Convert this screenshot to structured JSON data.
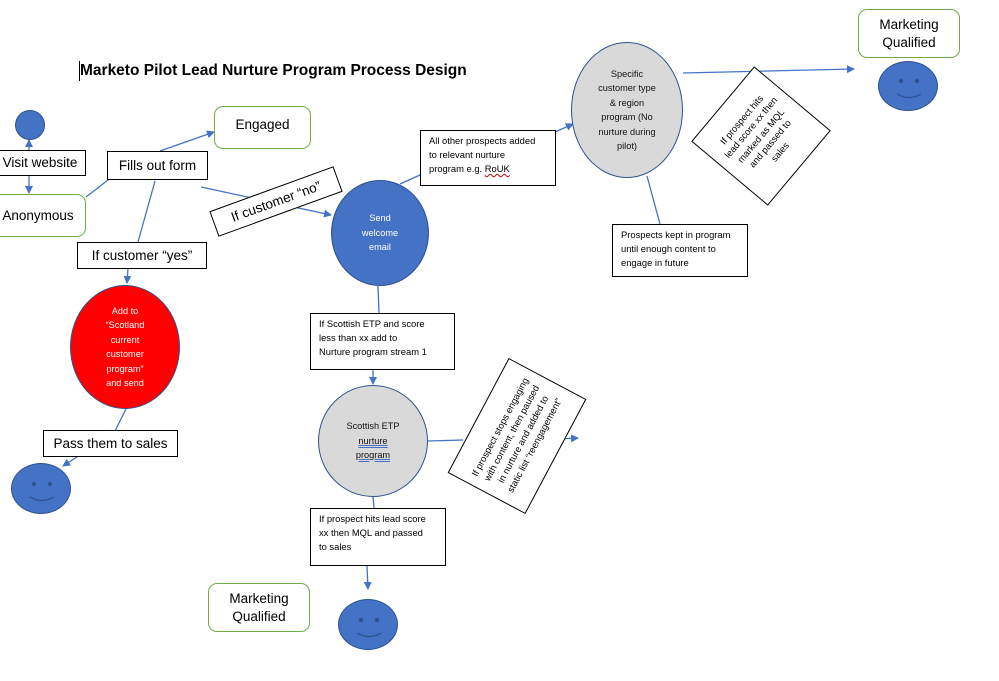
{
  "title": "Marketo Pilot Lead Nurture Program Process Design",
  "nodes": {
    "visit_website": "Visit website",
    "fills_out_form": "Fills out form",
    "anonymous": "Anonymous",
    "engaged": "Engaged",
    "if_customer_yes": "If customer “yes”",
    "if_customer_no": "If customer “no”",
    "add_to_scotland": [
      "Add to",
      "“Scotland",
      "current",
      "customer",
      "program”",
      "and send"
    ],
    "pass_to_sales": "Pass them to sales",
    "send_welcome_email": [
      "Send",
      "welcome",
      "email"
    ],
    "all_other_prospects": [
      "All other prospects added",
      "to relevant nurture"
    ],
    "all_other_prospects_line3_prefix": "program e.g. ",
    "all_other_prospects_line3_flag": "RoUK",
    "specific_customer": [
      "Specific",
      "customer type",
      "& region",
      "program (No",
      "nurture during",
      "pilot)"
    ],
    "prospects_kept": [
      "Prospects kept in program",
      "until enough content to",
      "engage in future"
    ],
    "if_prospect_hits_mql_top": [
      "If prospect hits",
      "lead score xx then",
      "marked as MQL",
      "and passed to",
      "sales"
    ],
    "marketing_qualified_top": [
      "Marketing",
      "Qualified"
    ],
    "if_scottish_etp": [
      "If Scottish ETP and score",
      "less than xx add to",
      "Nurture program stream 1"
    ],
    "scottish_etp_line1": "Scottish ETP",
    "scottish_etp_line2": "nurture",
    "scottish_etp_line3": "program",
    "if_prospect_stops": [
      "If prospect stops engaging",
      "with content, then paused",
      "in nurture and added to",
      "static list “reengagement”"
    ],
    "if_prospect_hits_mql_bottom": [
      "If prospect hits lead score",
      "xx then MQL and passed",
      "to sales"
    ],
    "marketing_qualified_bottom": [
      "Marketing",
      "Qualified"
    ]
  },
  "colors": {
    "connector": "#4472c4",
    "node_blue": "#4472c4",
    "node_grey": "#d9d9d9",
    "node_red": "#ff0000",
    "green_outline": "#70ad47"
  },
  "icons": {
    "person": "person-icon",
    "smiley": "smiley-face-icon"
  }
}
